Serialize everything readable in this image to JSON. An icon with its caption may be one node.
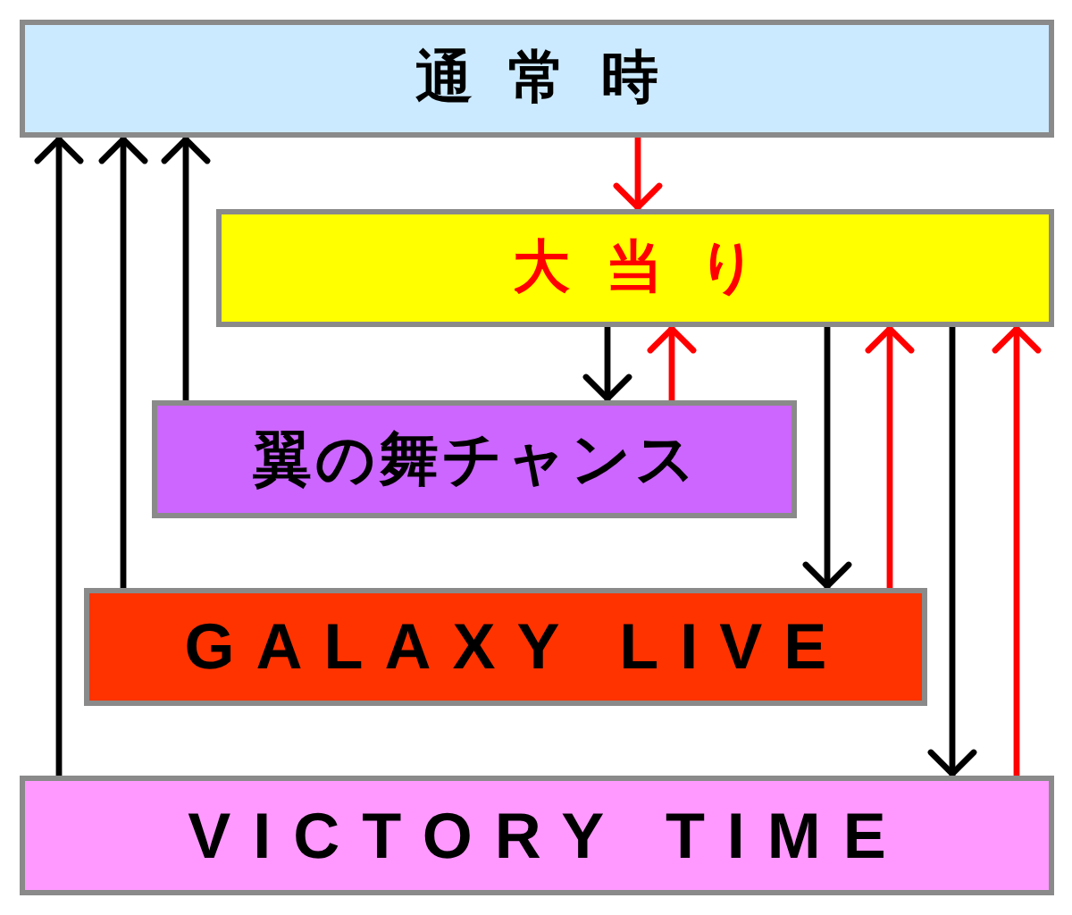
{
  "diagram": {
    "nodes": [
      {
        "text": [
          "通常時"
        ]
      },
      {
        "text": [
          "大当り"
        ]
      },
      {
        "text": [
          "翼の舞チャンス"
        ]
      },
      {
        "text": [
          "GALAXY LIVE"
        ]
      },
      {
        "text": [
          "VICTORY TIME"
        ]
      }
    ],
    "edges": [
      {
        "from": 0,
        "to": 1,
        "arrow": "to",
        "color": "#ff0000"
      },
      {
        "from": 1,
        "to": 2,
        "arrow": "to"
      },
      {
        "from": 2,
        "to": 1,
        "arrow": "to",
        "color": "#ff0000"
      },
      {
        "from": 1,
        "to": 3,
        "arrow": "to"
      },
      {
        "from": 3,
        "to": 1,
        "arrow": "to",
        "color": "#ff0000"
      },
      {
        "from": 1,
        "to": 4,
        "arrow": "to"
      },
      {
        "from": 4,
        "to": 1,
        "arrow": "to",
        "color": "#ff0000"
      },
      {
        "from": 2,
        "to": 0,
        "arrow": "to"
      },
      {
        "from": 3,
        "to": 0,
        "arrow": "to"
      },
      {
        "from": 4,
        "to": 0,
        "arrow": "to"
      }
    ]
  }
}
